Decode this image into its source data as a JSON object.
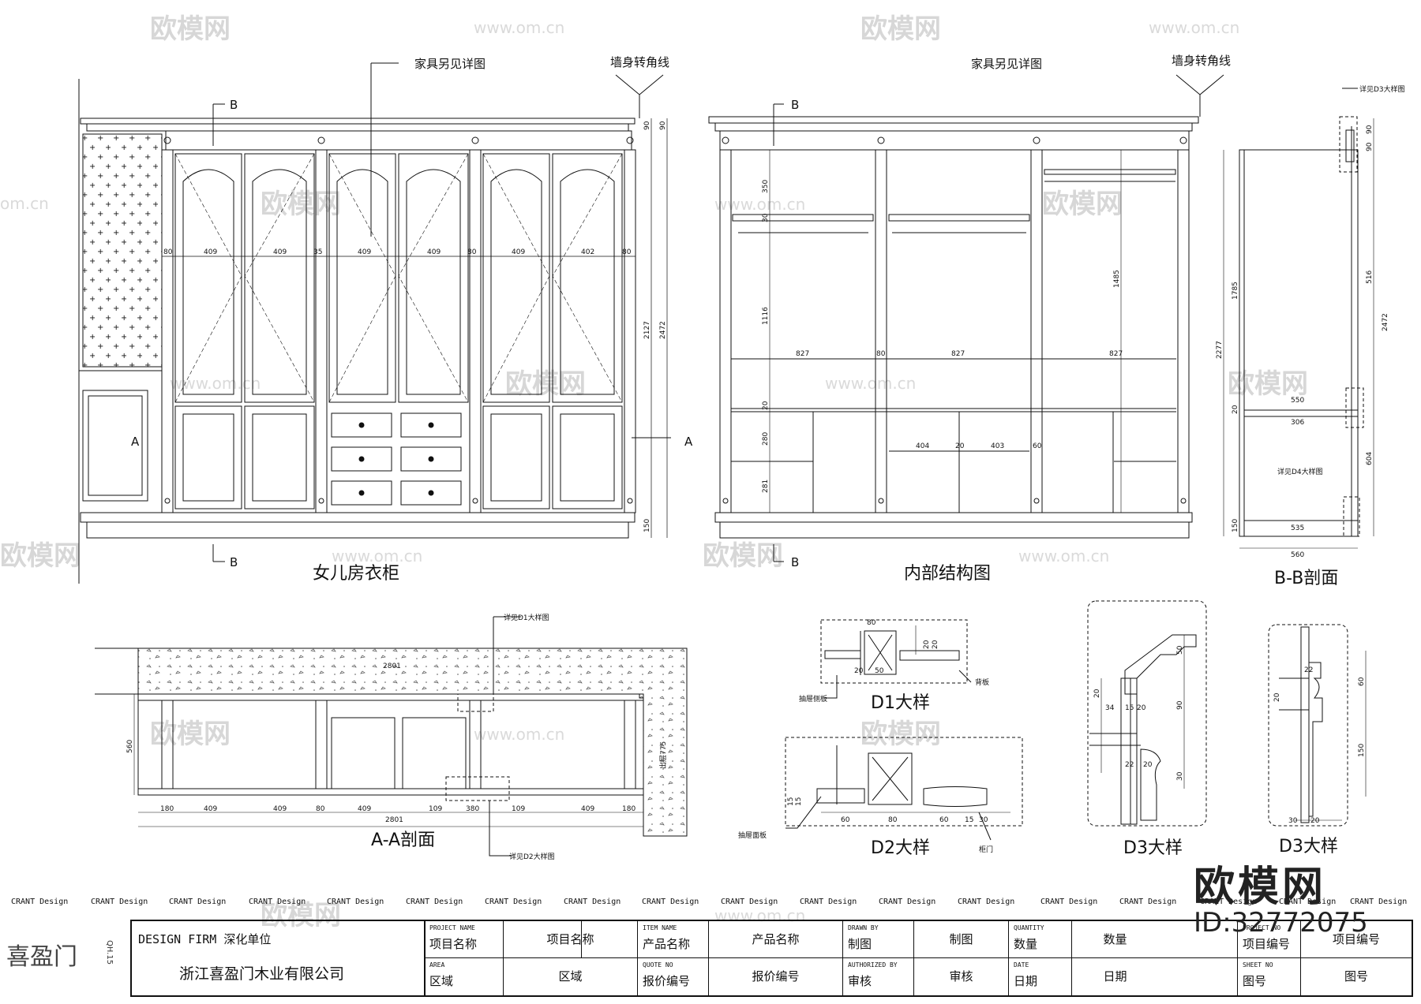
{
  "watermarks": {
    "logo": "欧模网",
    "url": "www.om.cn",
    "url_short": "om.cn"
  },
  "id_overlay": {
    "logo": "欧模网",
    "id": "ID:32772075"
  },
  "views": {
    "front": {
      "title": "女儿房衣柜",
      "note_furniture": "家具另见详图",
      "note_wall": "墙身转角线",
      "section_b": "B",
      "section_a": "A",
      "widths": [
        "80",
        "409",
        "409",
        "35",
        "409",
        "409",
        "80",
        "409",
        "402",
        "80"
      ],
      "heights": [
        "90",
        "90",
        "2127",
        "2472",
        "150"
      ]
    },
    "interior": {
      "title": "内部结构图",
      "note_furniture": "家具另见详图",
      "note_wall": "墙身转角线",
      "section_b": "B",
      "dims": [
        "350",
        "30",
        "1116",
        "827",
        "80",
        "827",
        "827",
        "1485",
        "280",
        "20",
        "281",
        "404",
        "20",
        "403",
        "60"
      ]
    },
    "section_bb": {
      "title": "B-B剖面",
      "note_d3": "详见D3大样图",
      "note_d4": "详见D4大样图",
      "dims": [
        "90",
        "90",
        "2277",
        "1785",
        "516",
        "2472",
        "550",
        "306",
        "20",
        "604",
        "150",
        "535",
        "560"
      ]
    },
    "section_aa": {
      "title": "A-A剖面",
      "note_d1": "详见D1大样图",
      "note_d2": "详见D2大样图",
      "overall": "2801",
      "depth": "560",
      "wall_note": "出层775",
      "dims": [
        "180",
        "409",
        "409",
        "80",
        "409",
        "109",
        "380",
        "109",
        "409",
        "180"
      ]
    },
    "detail_d1": {
      "title": "D1大样",
      "note_left": "抽屉侧板",
      "note_right": "背板",
      "dims": [
        "80",
        "20",
        "50",
        "20",
        "20"
      ]
    },
    "detail_d2": {
      "title": "D2大样",
      "note_left": "抽屉面板",
      "note_right": "柜门",
      "dims": [
        "60",
        "80",
        "60",
        "15",
        "30",
        "15",
        "15"
      ]
    },
    "detail_d3": {
      "title": "D3大样",
      "dims": [
        "20",
        "34",
        "15",
        "20",
        "22",
        "20",
        "50",
        "90",
        "30"
      ]
    },
    "detail_d4": {
      "title": "D3大样",
      "dims": [
        "20",
        "22",
        "60",
        "150",
        "30",
        "20"
      ]
    }
  },
  "strip_label": "CRANT Design",
  "title_block": {
    "brand": "喜盈门",
    "brand_code": "QH.15",
    "firm_en": "DESIGN FIRM",
    "firm_zh": "深化单位",
    "firm_name": "浙江喜盈门木业有限公司",
    "cells": [
      {
        "en": "PROJECT NAME",
        "zh": "项目名称",
        "value": "项目名称"
      },
      {
        "en": "AREA",
        "zh": "区域",
        "value": "区域"
      },
      {
        "en": "ITEM NAME",
        "zh": "产品名称",
        "value": "产品名称"
      },
      {
        "en": "QUOTE NO",
        "zh": "报价编号",
        "value": "报价编号"
      },
      {
        "en": "DRAWN BY",
        "zh": "制图",
        "value": "制图"
      },
      {
        "en": "AUTHORIZED BY",
        "zh": "审核",
        "value": "审核"
      },
      {
        "en": "QUANTITY",
        "zh": "数量",
        "value": "数量"
      },
      {
        "en": "DATE",
        "zh": "日期",
        "value": "日期"
      },
      {
        "en": "PROJECT NO",
        "zh": "项目编号",
        "value": "项目编号"
      },
      {
        "en": "SHEET NO",
        "zh": "图号",
        "value": "图号"
      }
    ]
  }
}
